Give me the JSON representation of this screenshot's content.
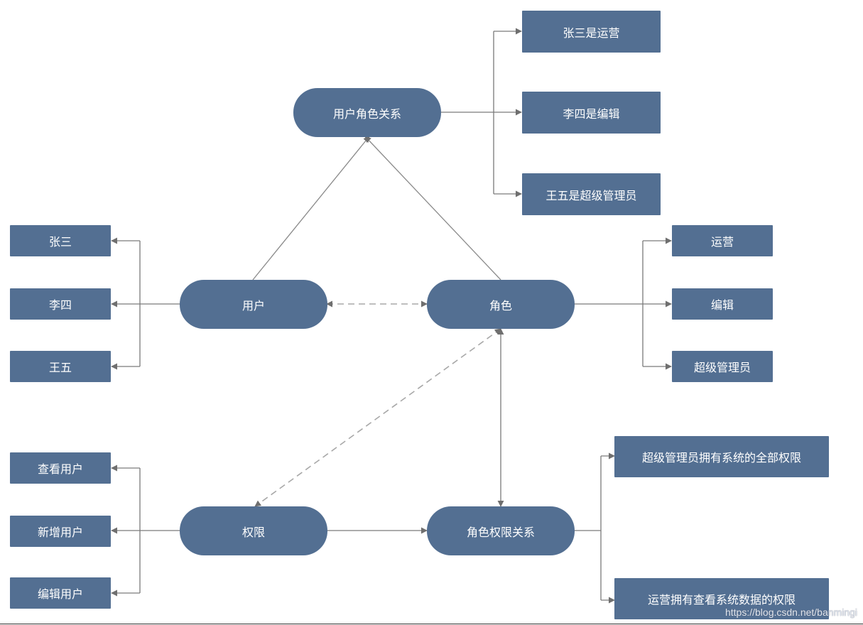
{
  "diagram": {
    "center_nodes": {
      "user_role_relation": "用户角色关系",
      "user": "用户",
      "role": "角色",
      "permission": "权限",
      "role_permission_relation": "角色权限关系"
    },
    "user_role_examples": [
      "张三是运营",
      "李四是编辑",
      "王五是超级管理员"
    ],
    "users": [
      "张三",
      "李四",
      "王五"
    ],
    "roles": [
      "运营",
      "编辑",
      "超级管理员"
    ],
    "permissions": [
      "查看用户",
      "新增用户",
      "编辑用户"
    ],
    "role_permission_examples": [
      "超级管理员拥有系统的全部权限",
      "运营拥有查看系统数据的权限"
    ],
    "colors": {
      "node_fill": "#536f92",
      "node_text": "#ffffff",
      "connector": "#7a7a7a",
      "dashed_connector": "#a8a8a8"
    }
  },
  "watermark": "https://blog.csdn.net/banmingi"
}
